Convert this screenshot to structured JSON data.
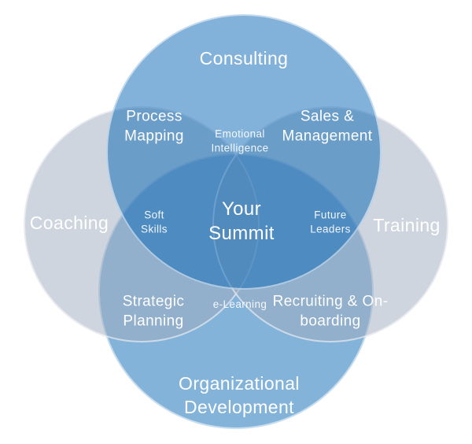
{
  "venn": {
    "center_label": "Your Summit",
    "colors": {
      "background": "#ffffff",
      "top_circle_fill": "rgba(15,105,182,0.52)",
      "top_circle_flat": "#82b1d9",
      "bottom_circle_fill": "#84b3da",
      "side_circle_fill": "rgba(159,171,189,0.5)",
      "side_circle_flat": "#cfd5de",
      "center_overlap": "#5e95c6",
      "circle_edge": "rgba(255,255,255,0.55)",
      "label_text": "#ffffff"
    },
    "circles": [
      {
        "id": "consulting",
        "label": "Consulting"
      },
      {
        "id": "coaching",
        "label": "Coaching"
      },
      {
        "id": "training",
        "label": "Training"
      },
      {
        "id": "organizational_development",
        "label": "Organizational Development"
      }
    ],
    "overlaps": [
      {
        "id": "process_mapping",
        "label": "Process Mapping",
        "between": [
          "Consulting",
          "Coaching"
        ]
      },
      {
        "id": "sales_management",
        "label": "Sales & Management",
        "between": [
          "Consulting",
          "Training"
        ]
      },
      {
        "id": "emotional_intelligence",
        "label": "Emotional Intelligence",
        "between": [
          "Consulting",
          "Coaching",
          "Training"
        ]
      },
      {
        "id": "soft_skills",
        "label": "Soft Skills",
        "between": [
          "Coaching",
          "Consulting",
          "Organizational Development"
        ]
      },
      {
        "id": "your_summit",
        "label": "Your Summit",
        "between": [
          "Consulting",
          "Coaching",
          "Training",
          "Organizational Development"
        ]
      },
      {
        "id": "future_leaders",
        "label": "Future Leaders",
        "between": [
          "Training",
          "Consulting",
          "Organizational Development"
        ]
      },
      {
        "id": "strategic_planning",
        "label": "Strategic Planning",
        "between": [
          "Coaching",
          "Organizational Development"
        ]
      },
      {
        "id": "e_learning",
        "label": "e-Learning",
        "between": [
          "Coaching",
          "Training",
          "Organizational Development"
        ]
      },
      {
        "id": "recruiting_onboarding",
        "label": "Recruiting & On-boarding",
        "between": [
          "Training",
          "Organizational Development"
        ]
      }
    ]
  }
}
